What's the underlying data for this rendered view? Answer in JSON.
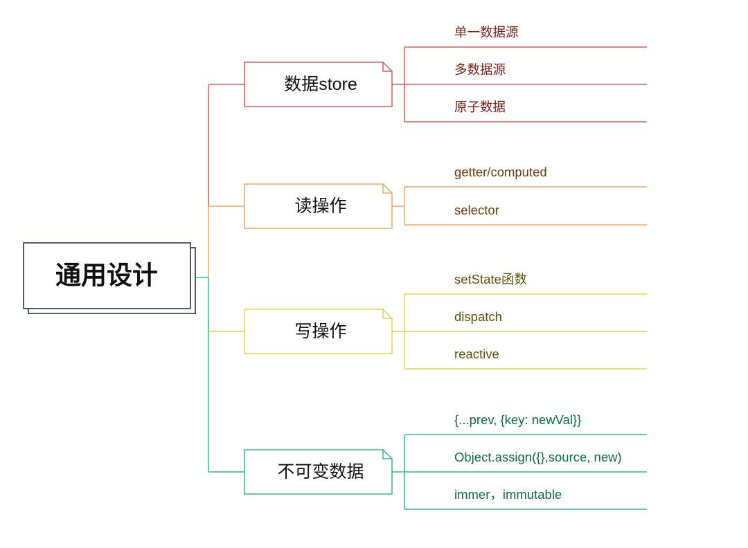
{
  "root": {
    "label": "通用设计",
    "border_color": "#1e2244",
    "text_color": "#111111"
  },
  "branches": [
    {
      "label": "数据store",
      "color": "#e0594f",
      "leaf_text_color": "#7a1d12",
      "leaves": [
        "单一数据源",
        "多数据源",
        "原子数据"
      ]
    },
    {
      "label": "读操作",
      "color": "#f2a65a",
      "leaf_text_color": "#6b3a08",
      "leaves": [
        "getter/computed",
        "selector"
      ]
    },
    {
      "label": "写操作",
      "color": "#e8d24a",
      "leaf_text_color": "#5c4e0c",
      "leaves": [
        "setState函数",
        "dispatch",
        "reactive"
      ]
    },
    {
      "label": "不可变数据",
      "color": "#2dbd85",
      "leaf_text_color": "#0f6b45",
      "leaves": [
        "{...prev, {key: newVal}}",
        "Object.assign({},source, new)",
        "immer，immutable"
      ]
    }
  ]
}
